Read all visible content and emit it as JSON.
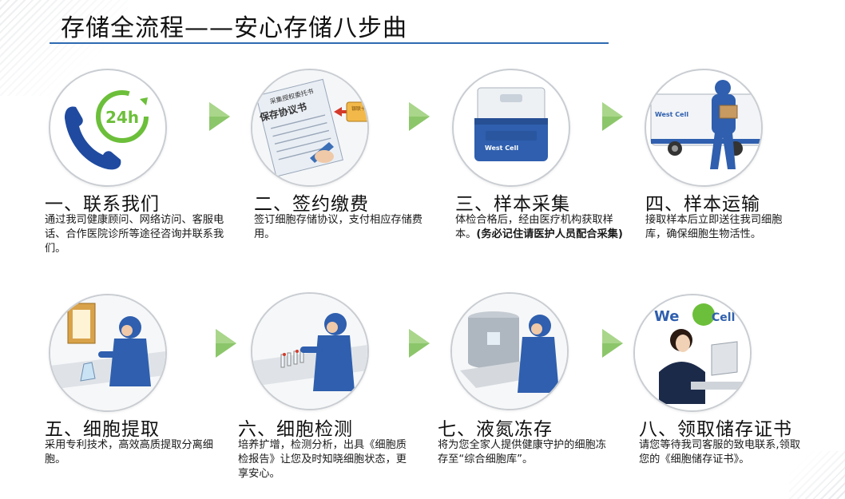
{
  "title": "存储全流程——安心存储八步曲",
  "colors": {
    "accent": "#2e6ab1",
    "arrow": "#8cc66a",
    "worker": "#2f5fae"
  },
  "steps": [
    {
      "title": "一、联系我们",
      "desc": "通过我司健康顾问、网络访问、客服电话、合作医院诊所等途径咨询并联系我们。",
      "icon": "phone-24h-icon",
      "badge": "24h"
    },
    {
      "title": "二、签约缴费",
      "desc": "签订细胞存储协议，支付相应存储费用。",
      "icon": "contract-signing-icon",
      "doc_label": "保存协议书",
      "doc_header": "采集授权委托书",
      "card_label": "银联卡"
    },
    {
      "title": "三、样本采集",
      "desc": "体检合格后，经由医疗机构获取样本。",
      "desc_bold": "(务必记住请医护人员配合采集)",
      "icon": "sample-cooler-icon",
      "brand": "West Cell"
    },
    {
      "title": "四、样本运输",
      "desc": "接取样本后立即送往我司细胞库，确保细胞生物活性。",
      "icon": "courier-van-icon",
      "brand": "West Cell"
    },
    {
      "title": "五、细胞提取",
      "desc": "采用专利技术，高效高质提取分离细胞。",
      "icon": "lab-extraction-icon"
    },
    {
      "title": "六、细胞检测",
      "desc": "培养扩增，检测分析，出具《细胞质检报告》让您及时知晓细胞状态，更享安心。",
      "icon": "lab-testing-icon"
    },
    {
      "title": "七、液氮冻存",
      "desc": "将为您全家人提供健康守护的细胞冻存至“综合细胞库”。",
      "icon": "liquid-nitrogen-tank-icon"
    },
    {
      "title": "八、领取储存证书",
      "desc": "请您等待我司客服的致电联系,领取您的《细胞储存证书》。",
      "icon": "customer-service-icon",
      "brand_left": "We",
      "brand_right": "Cell"
    }
  ]
}
